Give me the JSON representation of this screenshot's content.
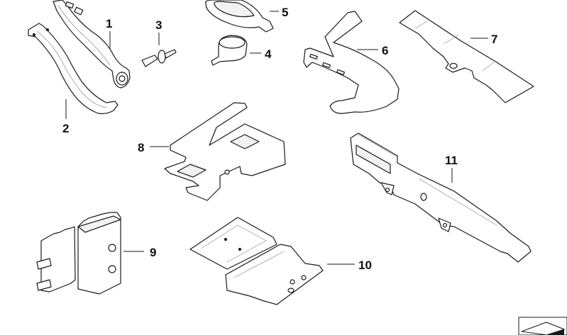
{
  "diagram": {
    "title": "Parts exploded view",
    "callouts": [
      {
        "id": "1",
        "label": "1",
        "part": "holder-upper"
      },
      {
        "id": "2",
        "label": "2",
        "part": "holder-lower"
      },
      {
        "id": "3",
        "label": "3",
        "part": "expanding-rivet"
      },
      {
        "id": "4",
        "label": "4",
        "part": "cable-clip-round"
      },
      {
        "id": "5",
        "label": "5",
        "part": "grommet-ring"
      },
      {
        "id": "6",
        "label": "6",
        "part": "cable-bracket"
      },
      {
        "id": "7",
        "label": "7",
        "part": "cover-plate"
      },
      {
        "id": "8",
        "label": "8",
        "part": "mounting-plate"
      },
      {
        "id": "9",
        "label": "9",
        "part": "cable-clamp-block"
      },
      {
        "id": "10",
        "label": "10",
        "part": "cable-holder-box"
      },
      {
        "id": "11",
        "label": "11",
        "part": "cable-duct-rail"
      }
    ],
    "corner_icon": "next-page-arrow-icon"
  }
}
